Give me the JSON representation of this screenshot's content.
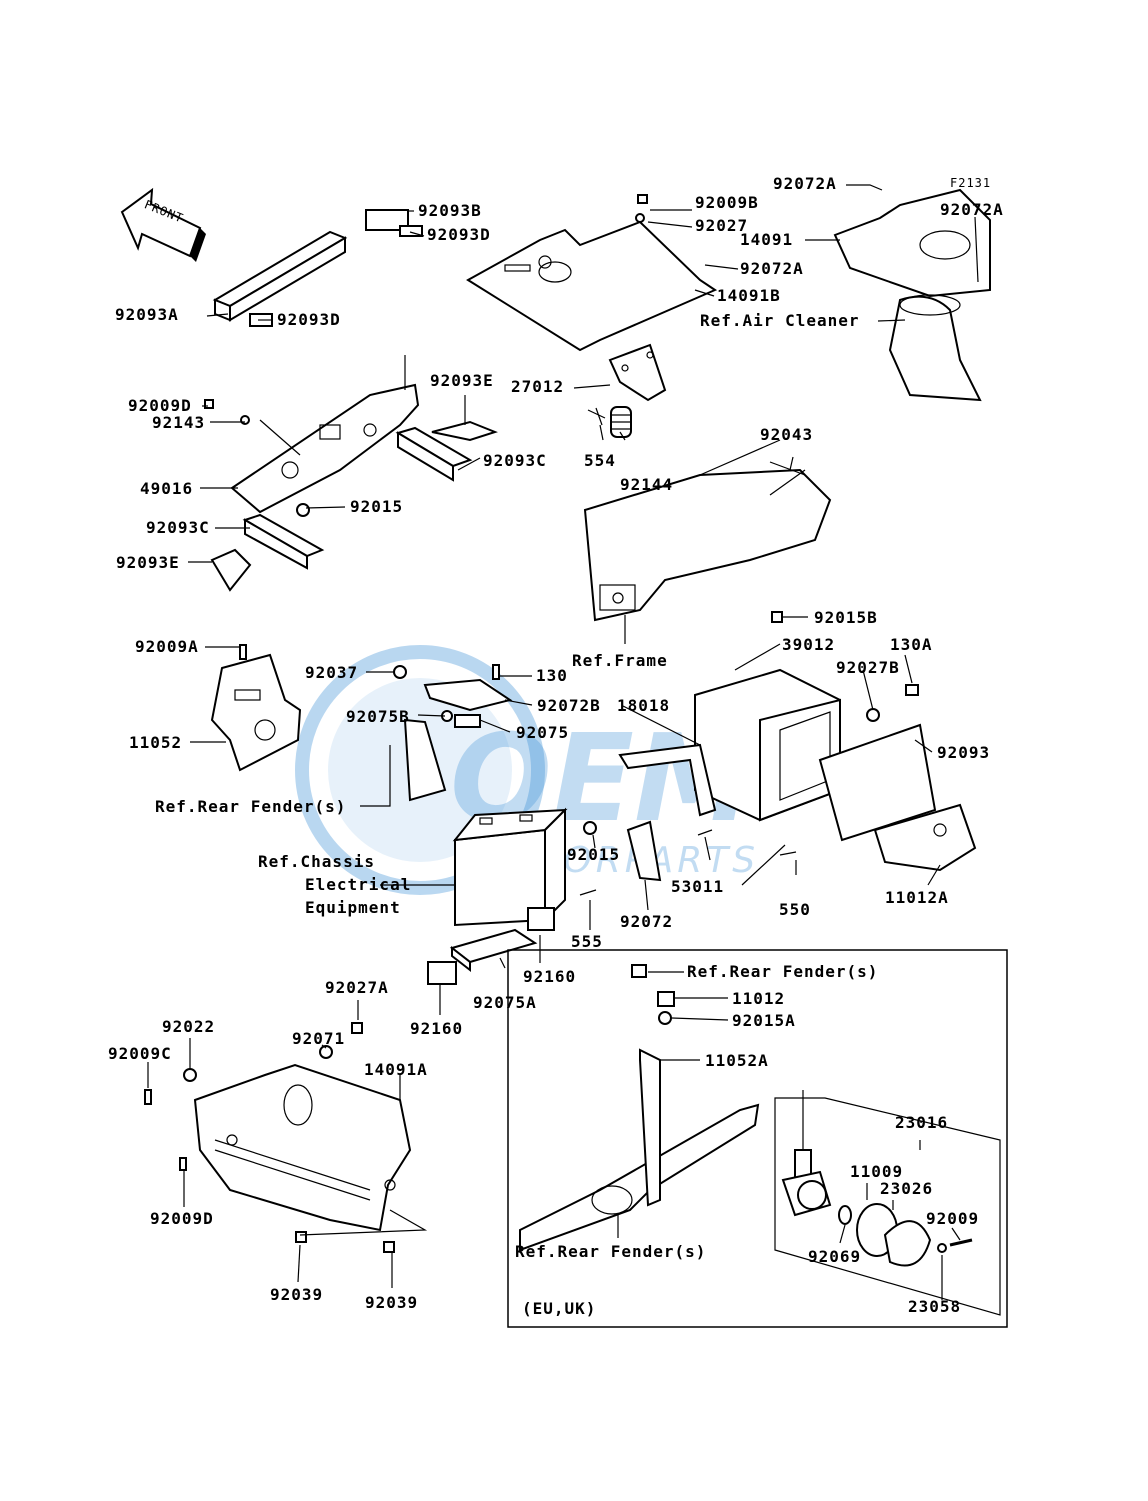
{
  "figure_code": "F2131",
  "front_label": "FRONT",
  "inset_note": "(EU,UK)",
  "watermark": {
    "brand": "OEM",
    "sub": "MOTORPARTS",
    "color": "#3a8fd6"
  },
  "labels": {
    "l92072A_1": "92072A",
    "l92072A_2": "92072A",
    "l92072A_3": "92072A",
    "l14091": "14091",
    "l92009B": "92009B",
    "l92027": "92027",
    "l14091B": "14091B",
    "refAirCleaner": "Ref.Air Cleaner",
    "l92093B": "92093B",
    "l92093D_1": "92093D",
    "l92093A": "92093A",
    "l92093D_2": "92093D",
    "l92093E_1": "92093E",
    "l27012": "27012",
    "l92009D_1": "92009D",
    "l92143": "92143",
    "l554": "554",
    "l92144": "92144",
    "l92043": "92043",
    "l92093C_1": "92093C",
    "l49016": "49016",
    "l92015_1": "92015",
    "l92093C_2": "92093C",
    "l92093E_2": "92093E",
    "refFrame": "Ref.Frame",
    "l92015B": "92015B",
    "l92009A": "92009A",
    "l39012": "39012",
    "l130A": "130A",
    "l92037": "92037",
    "l130": "130",
    "l92027B": "92027B",
    "l92072B": "92072B",
    "l18018": "18018",
    "l92075B": "92075B",
    "l92075": "92075",
    "l11052": "11052",
    "l92093": "92093",
    "refRearFender1": "Ref.Rear Fender(s)",
    "refChassis1": "Ref.Chassis",
    "refChassis2": "Electrical",
    "refChassis3": "Equipment",
    "l92015_2": "92015",
    "l53011": "53011",
    "l550": "550",
    "l11012A": "11012A",
    "l555": "555",
    "l92072": "92072",
    "l92160_1": "92160",
    "l92075A": "92075A",
    "l92160_2": "92160",
    "l92027A": "92027A",
    "l92022": "92022",
    "l92071": "92071",
    "l14091A": "14091A",
    "l92009C": "92009C",
    "l92009D_2": "92009D",
    "l92039_1": "92039",
    "l92039_2": "92039",
    "refRearFender2": "Ref.Rear Fender(s)",
    "l11012": "11012",
    "l92015A": "92015A",
    "l11052A": "11052A",
    "l23016": "23016",
    "l11009": "11009",
    "l23026": "23026",
    "l92009": "92009",
    "l92069": "92069",
    "l23058": "23058",
    "refRearFender3": "Ref.Rear Fender(s)"
  }
}
